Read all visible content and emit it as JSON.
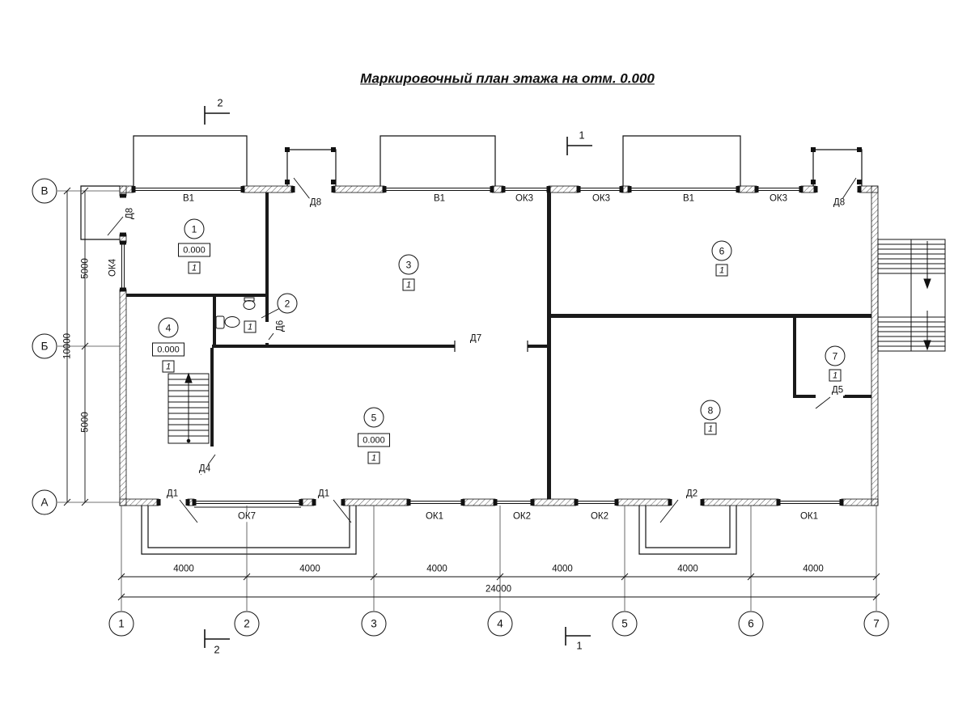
{
  "title": "Маркировочный план этажа на отм. 0.000",
  "axes": {
    "rows": [
      "В",
      "Б",
      "А"
    ],
    "cols": [
      "1",
      "2",
      "3",
      "4",
      "5",
      "6",
      "7"
    ]
  },
  "sections": {
    "top_left": "2",
    "top_mid": "1",
    "bottom_left": "2",
    "bottom_mid": "1"
  },
  "rooms": [
    {
      "num": "1",
      "elev": "0.000",
      "type": "1"
    },
    {
      "num": "2",
      "type": "1"
    },
    {
      "num": "3",
      "type": "1"
    },
    {
      "num": "4",
      "elev": "0.000",
      "type": "1"
    },
    {
      "num": "5",
      "elev": "0.000",
      "type": "1"
    },
    {
      "num": "6",
      "type": "1"
    },
    {
      "num": "7",
      "type": "1"
    },
    {
      "num": "8",
      "type": "1"
    }
  ],
  "marks": {
    "top": [
      "В1",
      "Д8",
      "В1",
      "ОК3",
      "ОК3",
      "В1",
      "ОК3",
      "Д8"
    ],
    "left": [
      "Д8",
      "ОК4"
    ],
    "bottom": [
      "Д1",
      "ОК7",
      "Д1",
      "ОК1",
      "ОК2",
      "ОК2",
      "Д2",
      "ОК1"
    ],
    "inner": {
      "d7": "Д7",
      "d6": "Д6",
      "d4": "Д4",
      "d5": "Д5"
    }
  },
  "dims": {
    "segments": [
      "4000",
      "4000",
      "4000",
      "4000",
      "4000",
      "4000"
    ],
    "total": "24000",
    "left": [
      "5000",
      "5000"
    ],
    "left_total": "10000"
  }
}
